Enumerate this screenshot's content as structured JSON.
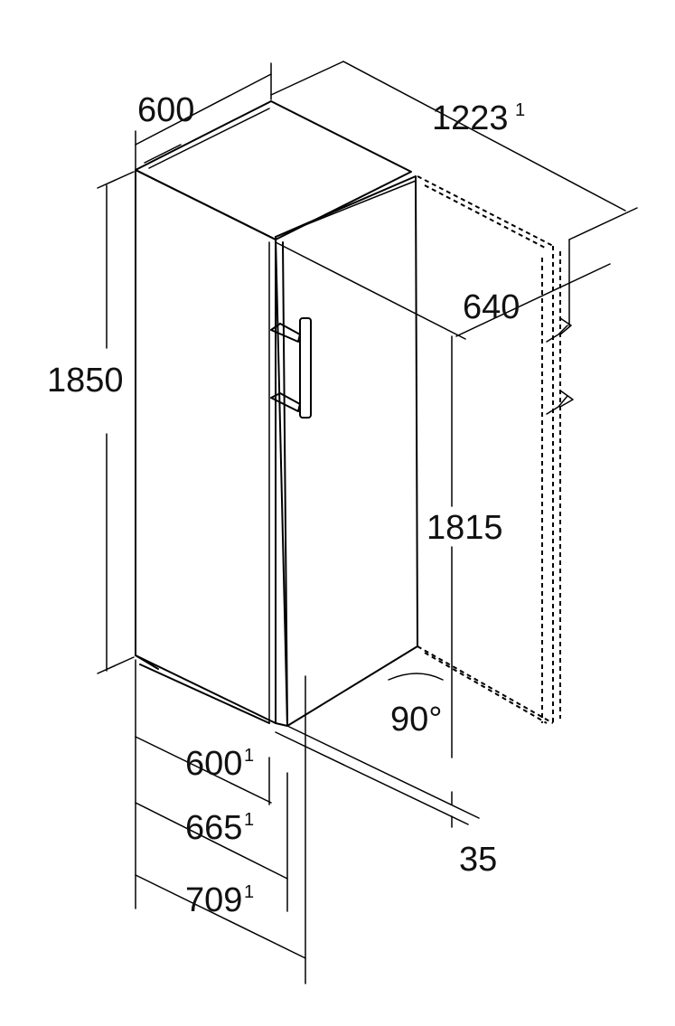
{
  "dimensions": {
    "width_top": "600",
    "depth_with_door_open": "1223",
    "depth_with_door_open_note": "1",
    "depth_panel": "640",
    "height_total": "1850",
    "height_inner": "1815",
    "door_angle": "90°",
    "depth_body": "600",
    "depth_body_note": "1",
    "depth_with_door": "665",
    "depth_with_door_note": "1",
    "depth_with_handle": "709",
    "depth_with_handle_note": "1",
    "gap_bottom": "35"
  }
}
